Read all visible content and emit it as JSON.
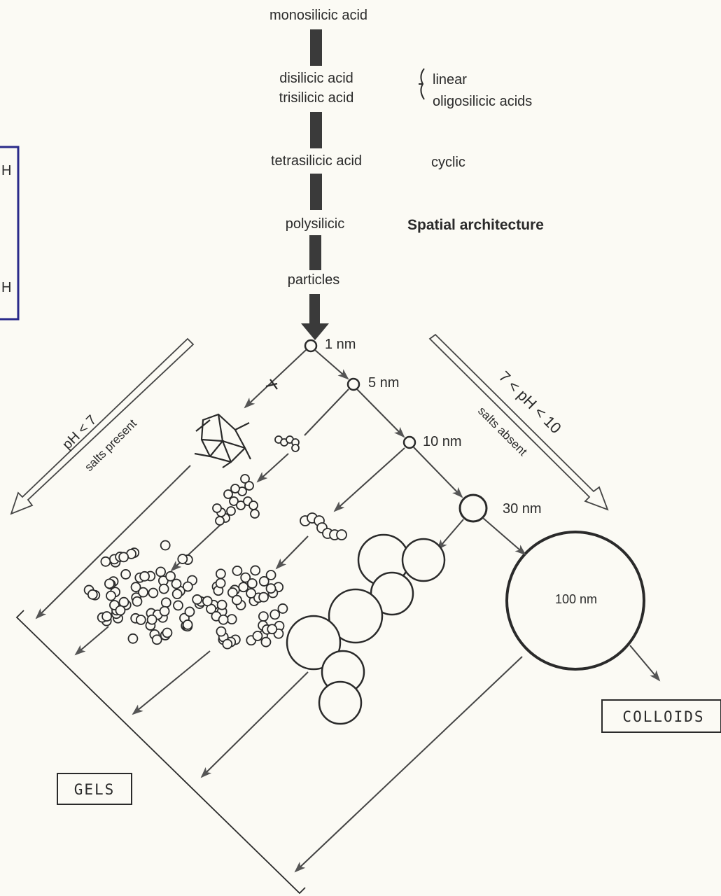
{
  "sequence": {
    "monosilicic": "monosilicic acid",
    "disilicic": "disilicic acid",
    "trisilicic": "trisilicic acid",
    "tetrasilicic": "tetrasilicic acid",
    "polysilicic": "polysilicic",
    "particles": "particles"
  },
  "annotations": {
    "linear": "linear",
    "oligosilicic": "oligosilicic acids",
    "cyclic": "cyclic",
    "spatial": "Spatial architecture"
  },
  "sizes": {
    "s1": "1 nm",
    "s5": "5 nm",
    "s10": "10 nm",
    "s30": "30 nm",
    "s100": "100 nm"
  },
  "conditions": {
    "left_main": "pH < 7",
    "left_sub": "salts present",
    "right_main": "7 < pH < 10",
    "right_sub": "salts absent"
  },
  "outcomes": {
    "gels": "GELS",
    "colloids": "COLLOIDS"
  },
  "side_box": {
    "top": "H",
    "bottom": "H"
  }
}
